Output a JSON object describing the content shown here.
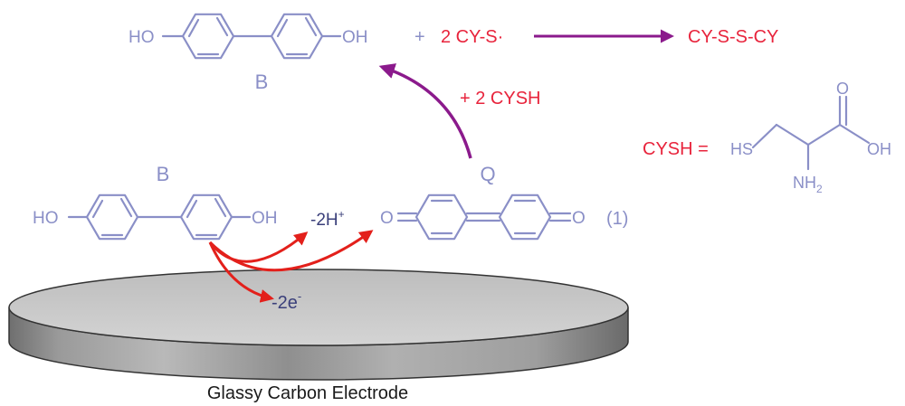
{
  "reaction": {
    "top_left_oh": "HO",
    "top_right_oh": "OH",
    "plus": "+",
    "reagent": "2 CY-S·",
    "product": "CY-S-S-CY",
    "top_label": "B",
    "curved_arrow_label": "+ 2 CYSH"
  },
  "cysh": {
    "lhs": "CYSH =",
    "hs": "HS",
    "o": "O",
    "oh": "OH",
    "nh2": "NH",
    "nh2_sub": "2"
  },
  "oxidation": {
    "b_label": "B",
    "q_label": "Q",
    "left_oh": "HO",
    "right_oh": "OH",
    "proton": "-2H",
    "proton_sup": "+",
    "electron": "-2e",
    "electron_sup": "-",
    "q_left_o": "O",
    "q_right_o": "O",
    "eq_number": "(1)"
  },
  "electrode": {
    "label": "Glassy Carbon Electrode"
  },
  "colors": {
    "molecule": "#8a8fc7",
    "red_text": "#e8243c",
    "arrow_red": "#e3201b",
    "arrow_purple": "#8b1a8c",
    "electrode_top": "#c9c9c9",
    "electrode_side": "#8e8e8e"
  }
}
